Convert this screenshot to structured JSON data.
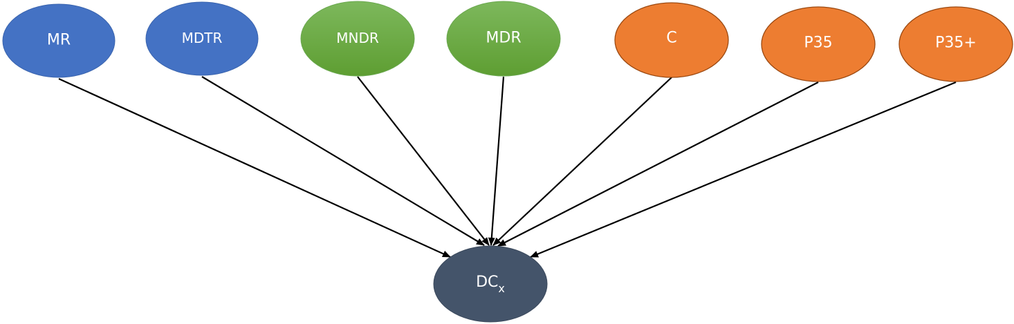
{
  "nodes": [
    {
      "id": "MR",
      "label": "MR",
      "group": "blue"
    },
    {
      "id": "MDTR",
      "label": "MDTR",
      "group": "blue"
    },
    {
      "id": "MNDR",
      "label": "MNDR",
      "group": "green"
    },
    {
      "id": "MDR",
      "label": "MDR",
      "group": "green"
    },
    {
      "id": "C",
      "label": "C",
      "group": "orange"
    },
    {
      "id": "P35",
      "label": "P35",
      "group": "orange"
    },
    {
      "id": "P35P",
      "label": "P35+",
      "group": "orange"
    }
  ],
  "target": {
    "id": "DCx",
    "label": "DC",
    "subscript": "x"
  },
  "edges": [
    {
      "from": "MR",
      "to": "DCx"
    },
    {
      "from": "MDTR",
      "to": "DCx"
    },
    {
      "from": "MNDR",
      "to": "DCx"
    },
    {
      "from": "MDR",
      "to": "DCx"
    },
    {
      "from": "C",
      "to": "DCx"
    },
    {
      "from": "P35",
      "to": "DCx"
    },
    {
      "from": "P35P",
      "to": "DCx"
    }
  ],
  "colors": {
    "blue": "#4472C4",
    "green_top": "#7DB85C",
    "green_bottom": "#5E9E32",
    "orange": "#ED7D31",
    "orange_stroke": "#9C4A12",
    "target": "#44546A",
    "edge": "#000000",
    "label": "#FFFFFF"
  }
}
